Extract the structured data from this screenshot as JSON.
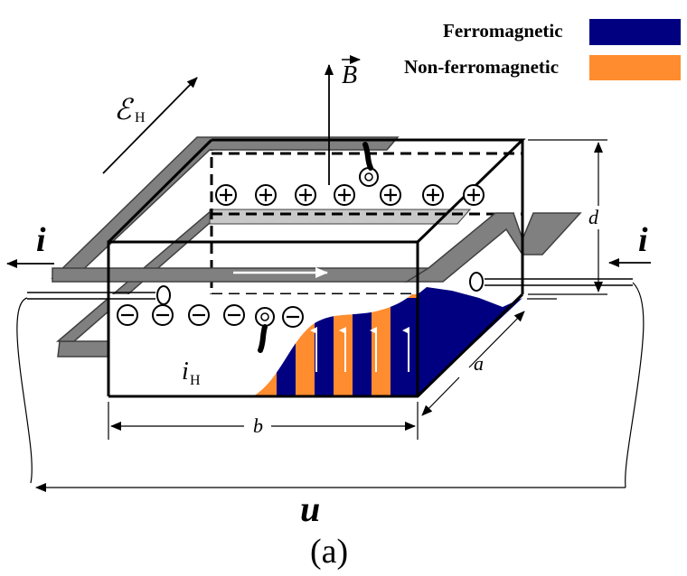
{
  "legend": {
    "items": [
      {
        "label": "Ferromagnetic",
        "color": "#000080"
      },
      {
        "label": "Non-ferromagnetic",
        "color": "#ff8c2e"
      }
    ]
  },
  "labels": {
    "b_field": "B",
    "emf_symbol": "ℰ",
    "emf_subscript": "H",
    "current_left": "i",
    "current_right": "i",
    "hall_current_symbol": "i",
    "hall_current_subscript": "H",
    "dim_a": "a",
    "dim_b": "b",
    "dim_d": "d",
    "voltage": "u",
    "caption": "(a)"
  },
  "colors": {
    "coil_gray": "#808080",
    "coil_light": "#c8c8c8",
    "ferro": "#000080",
    "nonferro": "#ff8c2e"
  },
  "charges": {
    "top_row": "positive",
    "bottom_row": "negative"
  }
}
